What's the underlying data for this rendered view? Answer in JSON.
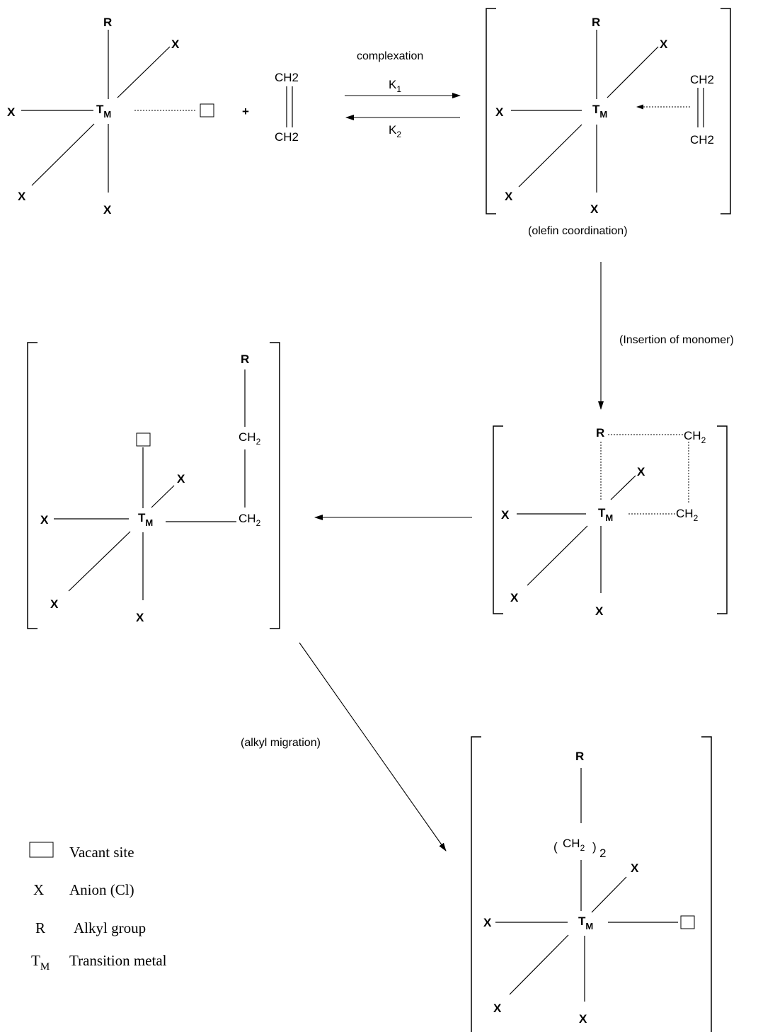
{
  "symbols": {
    "metal": "T",
    "metal_sub": "M",
    "anion": "X",
    "alkyl": "R",
    "ch2": "CH",
    "ch2_sub": "2",
    "ch2_plain": "CH2",
    "paren_open": "(",
    "paren_close": ")"
  },
  "reaction": {
    "complexation": "complexation",
    "k1": "K",
    "k1_sub": "1",
    "k2": "K",
    "k2_sub": "2",
    "plus": "+",
    "olefin_coordination": "(olefin coordination)",
    "insertion": "(Insertion of monomer)",
    "alkyl_migration": "(alkyl migration)"
  },
  "legend": {
    "items": [
      {
        "key": "",
        "label": "Vacant site"
      },
      {
        "key": "X",
        "label": "Anion (Cl)"
      },
      {
        "key": "R",
        "label": "Alkyl group"
      },
      {
        "key": "T",
        "key_sub": "M",
        "label": "Transition metal"
      }
    ]
  }
}
